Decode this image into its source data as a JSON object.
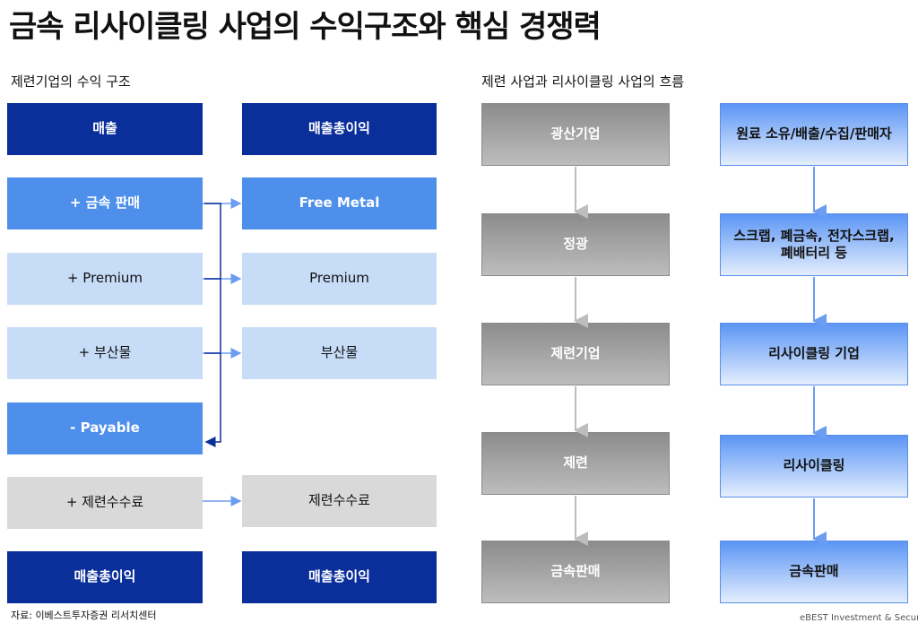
{
  "title": "금속 리사이클링 사업의 수익구조와 핵심 경쟁력",
  "left_section": {
    "subtitle": "제련기업의 수익 구조",
    "left_column": [
      "매출",
      "+ 금속 판매",
      "+ Premium",
      "+ 부산물",
      "- Payable",
      "+ 제련수수료",
      "매출총이익"
    ],
    "right_column": [
      "매출총이익",
      "Free Metal",
      "Premium",
      "부산물",
      "제련수수료",
      "매출총이익"
    ]
  },
  "right_section": {
    "subtitle": "제련 사업과 리사이클링 사업의 흐름",
    "smelting_flow": [
      "광산기업",
      "정광",
      "제련기업",
      "제련",
      "금속판매"
    ],
    "recycling_flow": [
      "원료 소유/배출/수집/판매자",
      "스크랩, 폐금속, 전자스크랩,\n폐배터리 등",
      "리사이클링 기업",
      "리사이클링",
      "금속판매"
    ]
  },
  "source": "자료: 이베스트투자증권 리서치센터",
  "footer": "eBEST Investment & Securities"
}
